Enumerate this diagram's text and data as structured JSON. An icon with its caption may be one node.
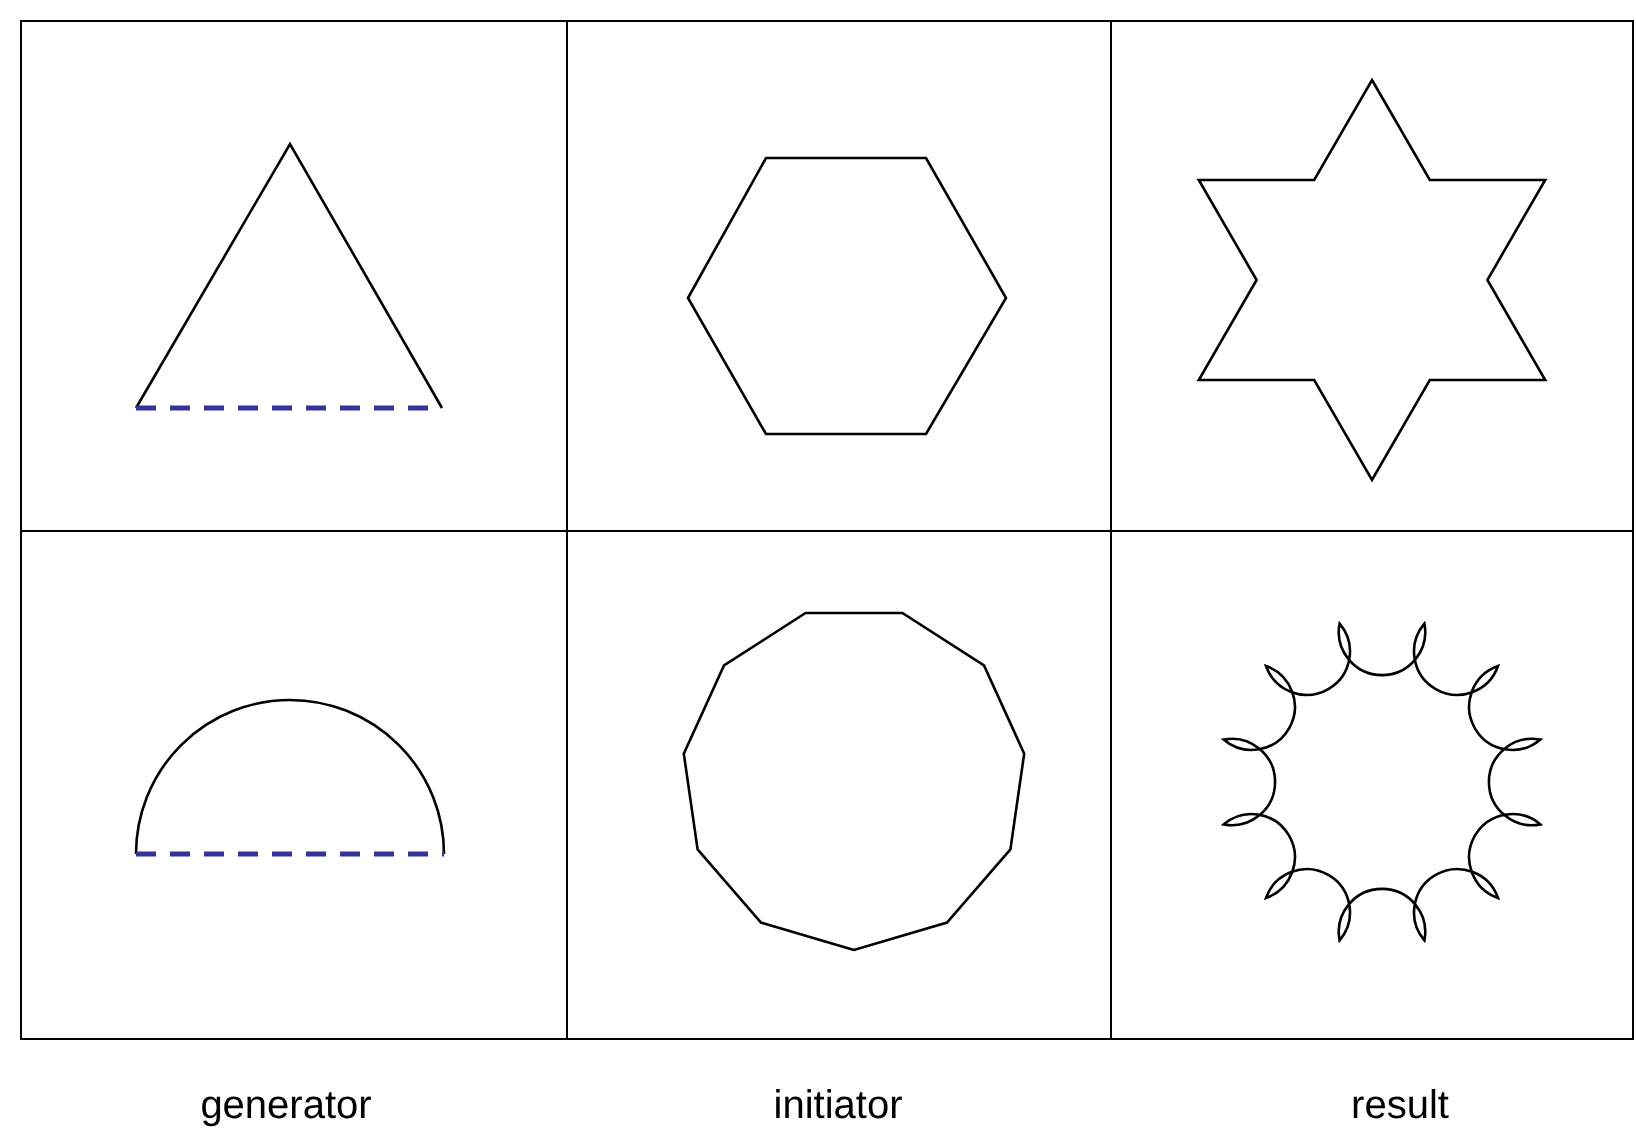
{
  "diagram": {
    "labels": [
      "generator",
      "initiator",
      "result"
    ]
  }
}
